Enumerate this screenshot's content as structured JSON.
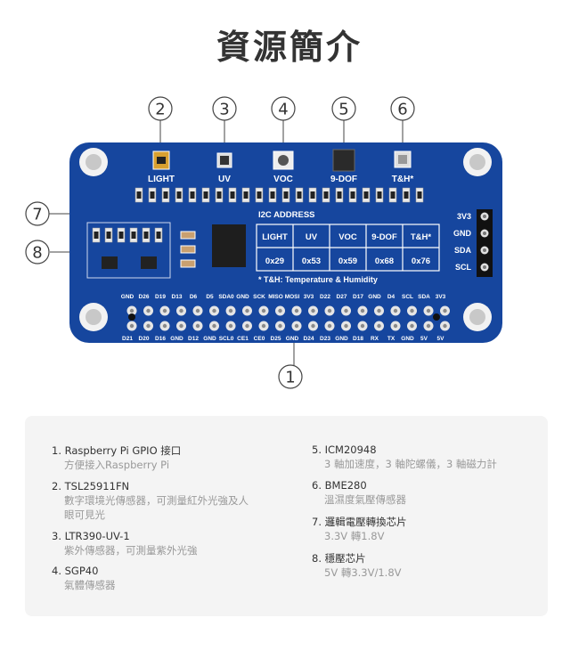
{
  "title": "資源簡介",
  "callouts": [
    "1",
    "2",
    "3",
    "4",
    "5",
    "6",
    "7",
    "8"
  ],
  "chips": {
    "light": "LIGHT",
    "uv": "UV",
    "voc": "VOC",
    "dof": "9-DOF",
    "th": "T&H*"
  },
  "i2c": {
    "heading": "I2C ADDRESS",
    "headers": [
      "LIGHT",
      "UV",
      "VOC",
      "9-DOF",
      "T&H*"
    ],
    "values": [
      "0x29",
      "0x53",
      "0x59",
      "0x68",
      "0x76"
    ],
    "footnote": "* T&H: Temperature & Humidity"
  },
  "side_pins": [
    "3V3",
    "GND",
    "SDA",
    "SCL"
  ],
  "pins_top": [
    "GND",
    "D26",
    "D19",
    "D13",
    "D6",
    "D5",
    "SDA0",
    "GND",
    "SCK",
    "MISO",
    "MOSI",
    "3V3",
    "D22",
    "D27",
    "D17",
    "GND",
    "D4",
    "SCL",
    "SDA",
    "3V3"
  ],
  "pins_bottom": [
    "D21",
    "D20",
    "D16",
    "GND",
    "D12",
    "GND",
    "SCL0",
    "CE1",
    "CE0",
    "D25",
    "GND",
    "D24",
    "D23",
    "GND",
    "D18",
    "RX",
    "TX",
    "GND",
    "5V",
    "5V"
  ],
  "features": [
    {
      "title": "1. Raspberry Pi GPIO 接口",
      "sub": "方便接入Raspberry Pi"
    },
    {
      "title": "2. TSL25911FN",
      "sub": "數字環境光傳感器，可測量紅外光強及人",
      "sub2": "眼可見光"
    },
    {
      "title": "3. LTR390-UV-1",
      "sub": "紫外傳感器，可測量紫外光強"
    },
    {
      "title": "4. SGP40",
      "sub": "氣體傳感器"
    },
    {
      "title": "5. ICM20948",
      "sub": "3 軸加速度，3 軸陀螺儀，3 軸磁力計"
    },
    {
      "title": "6. BME280",
      "sub": "溫濕度氣壓傳感器"
    },
    {
      "title": "7. 邏輯電壓轉換芯片",
      "sub": "3.3V 轉1.8V"
    },
    {
      "title": "8. 穩壓芯片",
      "sub": "5V 轉3.3V/1.8V"
    }
  ]
}
